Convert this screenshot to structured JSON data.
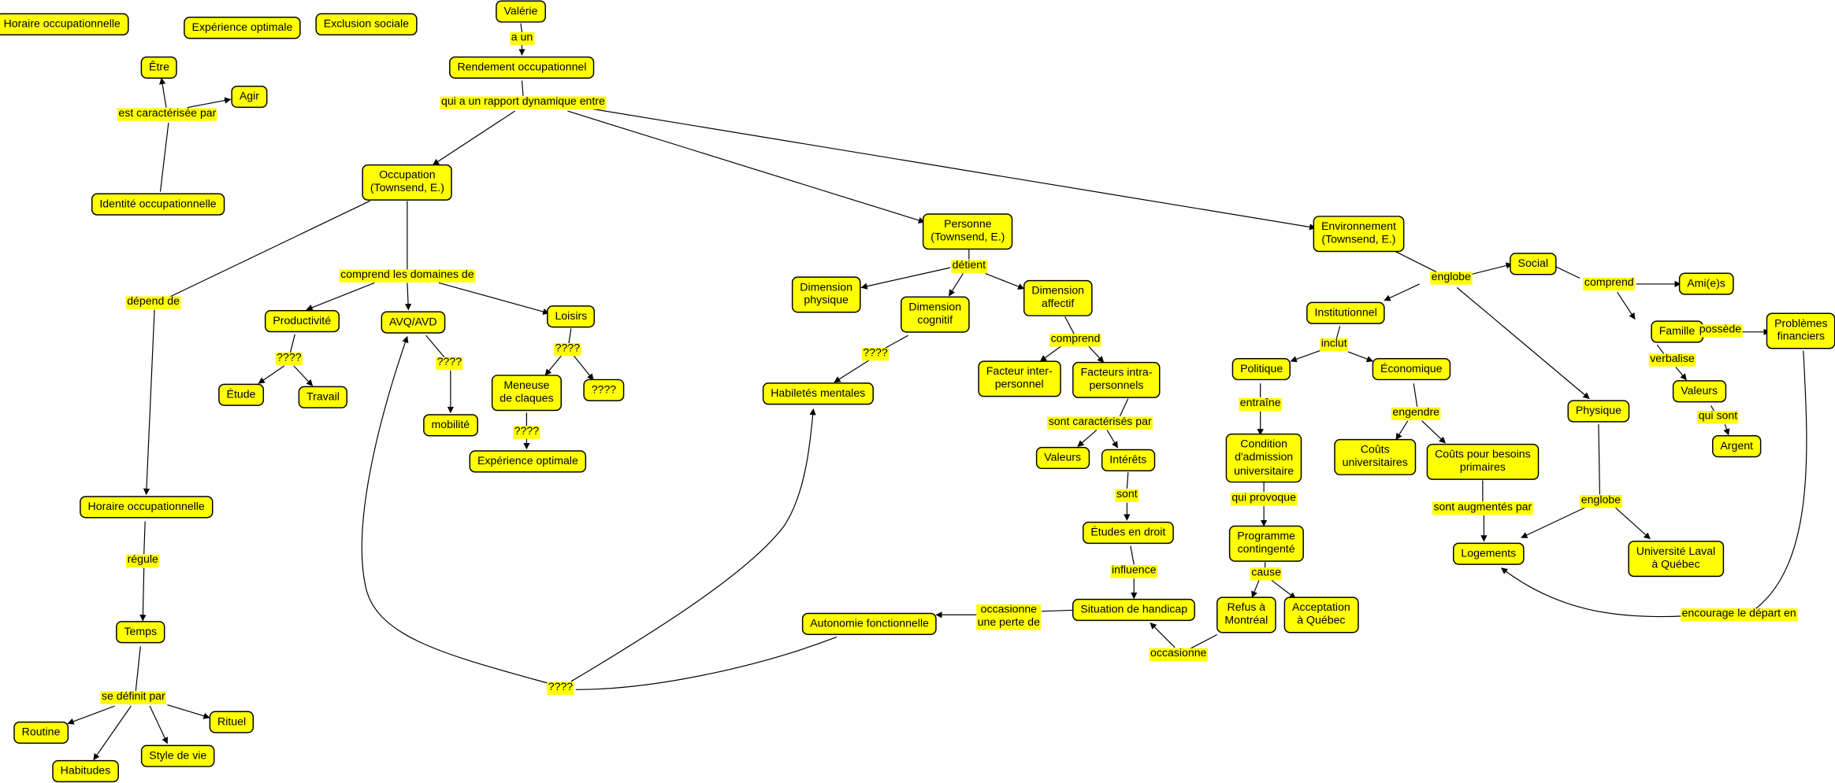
{
  "colors": {
    "concept_fill": "#ffff00",
    "border": "#000000",
    "background": "#ffffff"
  },
  "concepts": [
    "Horaire occupationnelle",
    "Expérience optimale",
    "Exclusion sociale",
    "Valérie",
    "Rendement occupationnel",
    "Être",
    "Agir",
    "Identité occupationnelle",
    "Occupation\n(Townsend, E.)",
    "Productivité",
    "AVQ/AVD",
    "Loisirs",
    "Étude",
    "Travail",
    "mobilité",
    "Meneuse\nde claques",
    "????",
    "Expérience optimale",
    "Horaire occupationnelle",
    "Temps",
    "Routine",
    "Rituel",
    "Habitudes",
    "Style de vie",
    "Personne\n(Townsend, E.)",
    "Environnement\n(Townsend, E.)",
    "Dimension\nphysique",
    "Dimension\ncognitif",
    "Dimension\naffectif",
    "Habiletés mentales",
    "Facteur inter-\npersonnel",
    "Facteurs intra-\npersonnels",
    "Valeurs",
    "Intérêts",
    "Études en droit",
    "Situation de handicap",
    "Autonomie fonctionnelle",
    "Social",
    "Ami(e)s",
    "Institutionnel",
    "Famille",
    "Problèmes\nfinanciers",
    "Politique",
    "Économique",
    "Physique",
    "Valeurs",
    "Argent",
    "Condition\nd'admission\nuniversitaire",
    "Coûts\nuniversitaires",
    "Coûts pour besoins\nprimaires",
    "Programme\ncontingenté",
    "Logements",
    "Université Laval\nà Québec",
    "Refus à\nMontréal",
    "Acceptation\nà Québec"
  ],
  "linking_phrases": [
    "a un",
    "qui a un rapport dynamique entre",
    "est caractérisée par",
    "dépend de",
    "comprend les domaines de",
    "????",
    "????",
    "????",
    "????",
    "régule",
    "se définit par",
    "????",
    "détient",
    "????",
    "comprend",
    "sont caractérisés par",
    "sont",
    "influence",
    "occasionne\nune perte de",
    "occasionne",
    "englobe",
    "comprend",
    "possède",
    "verbalise",
    "qui sont",
    "inclut",
    "entraîne",
    "engendre",
    "qui provoque",
    "cause",
    "sont augmentés par",
    "englobe",
    "encourage le départ en"
  ]
}
